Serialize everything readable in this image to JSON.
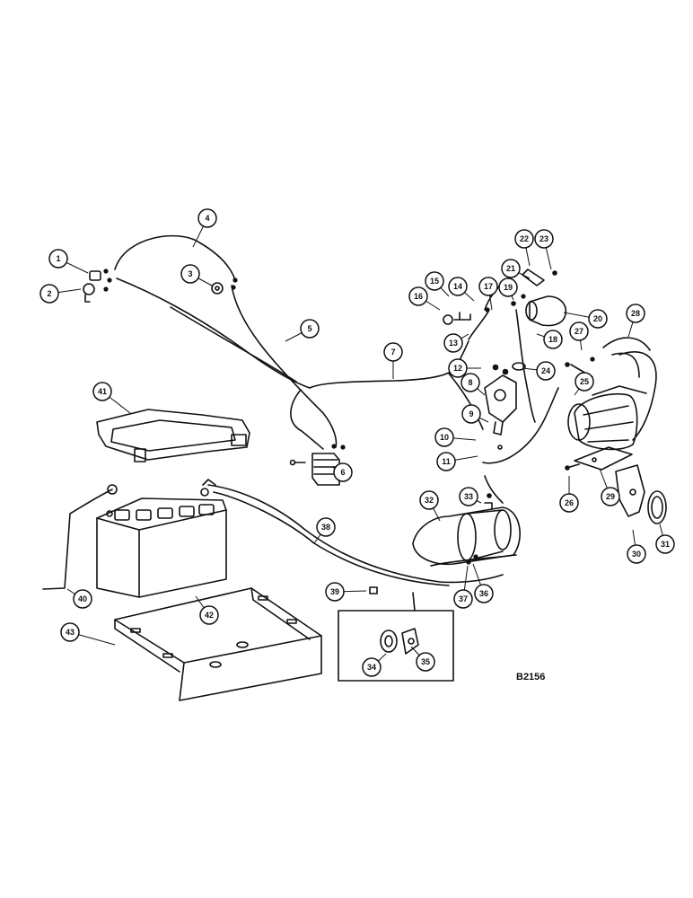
{
  "figure": {
    "code": "B2156",
    "callouts": [
      {
        "n": "1"
      },
      {
        "n": "2"
      },
      {
        "n": "3"
      },
      {
        "n": "4"
      },
      {
        "n": "5"
      },
      {
        "n": "6"
      },
      {
        "n": "7"
      },
      {
        "n": "8"
      },
      {
        "n": "9"
      },
      {
        "n": "10"
      },
      {
        "n": "11"
      },
      {
        "n": "12"
      },
      {
        "n": "13"
      },
      {
        "n": "14"
      },
      {
        "n": "15"
      },
      {
        "n": "16"
      },
      {
        "n": "17"
      },
      {
        "n": "18"
      },
      {
        "n": "19"
      },
      {
        "n": "20"
      },
      {
        "n": "21"
      },
      {
        "n": "22"
      },
      {
        "n": "23"
      },
      {
        "n": "24"
      },
      {
        "n": "25"
      },
      {
        "n": "26"
      },
      {
        "n": "27"
      },
      {
        "n": "28"
      },
      {
        "n": "29"
      },
      {
        "n": "30"
      },
      {
        "n": "31"
      },
      {
        "n": "32"
      },
      {
        "n": "33"
      },
      {
        "n": "34"
      },
      {
        "n": "35"
      },
      {
        "n": "36"
      },
      {
        "n": "37"
      },
      {
        "n": "38"
      },
      {
        "n": "39"
      },
      {
        "n": "40"
      },
      {
        "n": "41"
      },
      {
        "n": "42"
      },
      {
        "n": "43"
      }
    ]
  }
}
